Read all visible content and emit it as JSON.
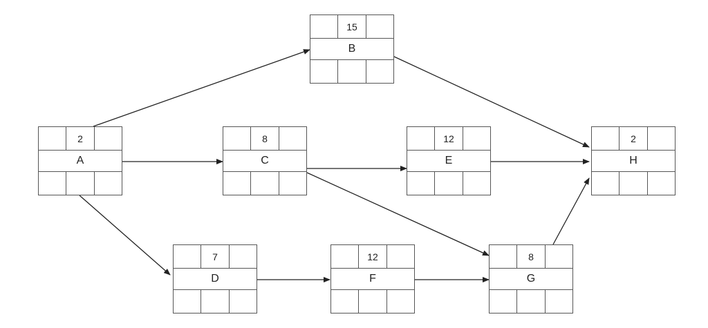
{
  "nodes": [
    {
      "id": "A",
      "label": "A",
      "duration": "2"
    },
    {
      "id": "B",
      "label": "B",
      "duration": "15"
    },
    {
      "id": "C",
      "label": "C",
      "duration": "8"
    },
    {
      "id": "D",
      "label": "D",
      "duration": "7"
    },
    {
      "id": "E",
      "label": "E",
      "duration": "12"
    },
    {
      "id": "F",
      "label": "F",
      "duration": "12"
    },
    {
      "id": "G",
      "label": "G",
      "duration": "8"
    },
    {
      "id": "H",
      "label": "H",
      "duration": "2"
    }
  ],
  "edges": [
    {
      "from": "A",
      "to": "B"
    },
    {
      "from": "A",
      "to": "C"
    },
    {
      "from": "A",
      "to": "D"
    },
    {
      "from": "B",
      "to": "H"
    },
    {
      "from": "C",
      "to": "E"
    },
    {
      "from": "C",
      "to": "G"
    },
    {
      "from": "D",
      "to": "F"
    },
    {
      "from": "E",
      "to": "H"
    },
    {
      "from": "F",
      "to": "G"
    },
    {
      "from": "G",
      "to": "H"
    }
  ],
  "colors": {
    "line": "#222222",
    "border": "#555555"
  }
}
